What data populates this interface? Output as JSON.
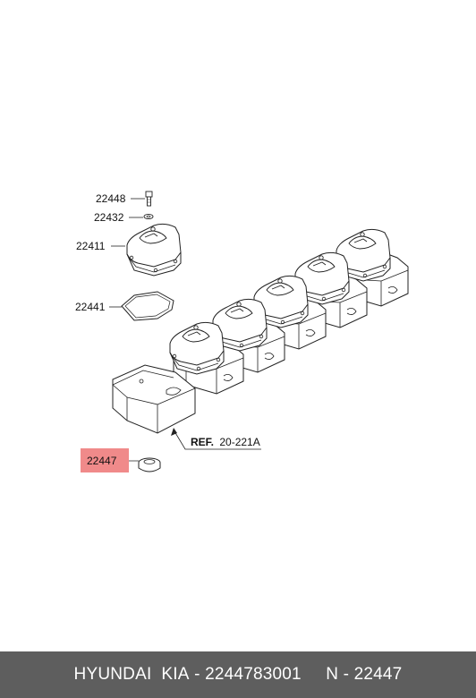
{
  "diagram": {
    "callouts": [
      {
        "id": "22448",
        "label": "22448",
        "highlighted": false
      },
      {
        "id": "22432",
        "label": "22432",
        "highlighted": false
      },
      {
        "id": "22411",
        "label": "22411",
        "highlighted": false
      },
      {
        "id": "22441",
        "label": "22441",
        "highlighted": false
      },
      {
        "id": "22447",
        "label": "22447",
        "highlighted": true
      }
    ],
    "reference": {
      "prefix": "REF.",
      "code": "20-221A"
    },
    "highlight_color": "#f08a8a"
  },
  "footer": {
    "brand": "HYUNDAI  KIA",
    "sep1": " - ",
    "part_number": "2244783001",
    "gap": "     ",
    "n_prefix": "N - ",
    "n_number": "22447"
  },
  "colors": {
    "footer_bg": "#5e5e5e",
    "footer_text": "#ffffff",
    "line": "#222222"
  }
}
